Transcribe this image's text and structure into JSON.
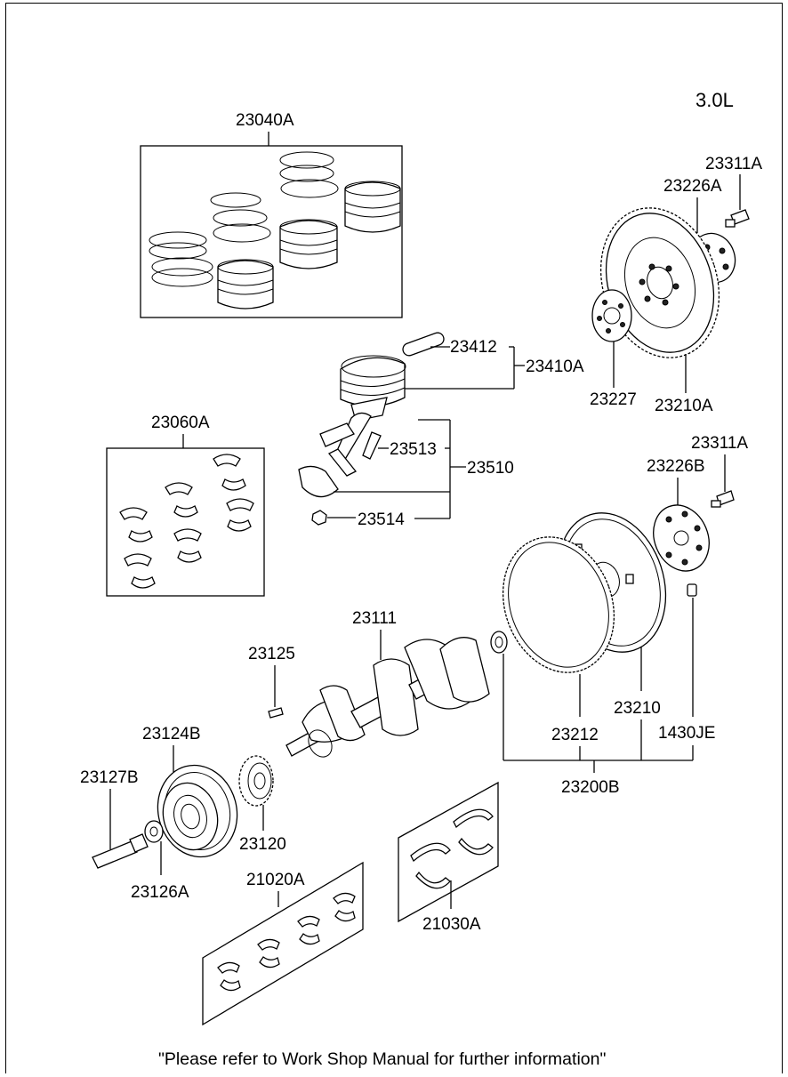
{
  "engine_label": "3.0L",
  "footer_note": "\"Please refer to Work Shop Manual for further information\"",
  "part_numbers": {
    "p23040A": "23040A",
    "p23060A": "23060A",
    "p23412": "23412",
    "p23410A": "23410A",
    "p23513": "23513",
    "p23510": "23510",
    "p23514": "23514",
    "p23311A_top": "23311A",
    "p23226A": "23226A",
    "p23227": "23227",
    "p23210A": "23210A",
    "p23311A_mid": "23311A",
    "p23226B": "23226B",
    "p23111": "23111",
    "p23125": "23125",
    "p23124B": "23124B",
    "p23127B": "23127B",
    "p23120": "23120",
    "p23126A": "23126A",
    "p21020A": "21020A",
    "p21030A": "21030A",
    "p23212": "23212",
    "p23210": "23210",
    "p1430JE": "1430JE",
    "p23200B": "23200B"
  }
}
